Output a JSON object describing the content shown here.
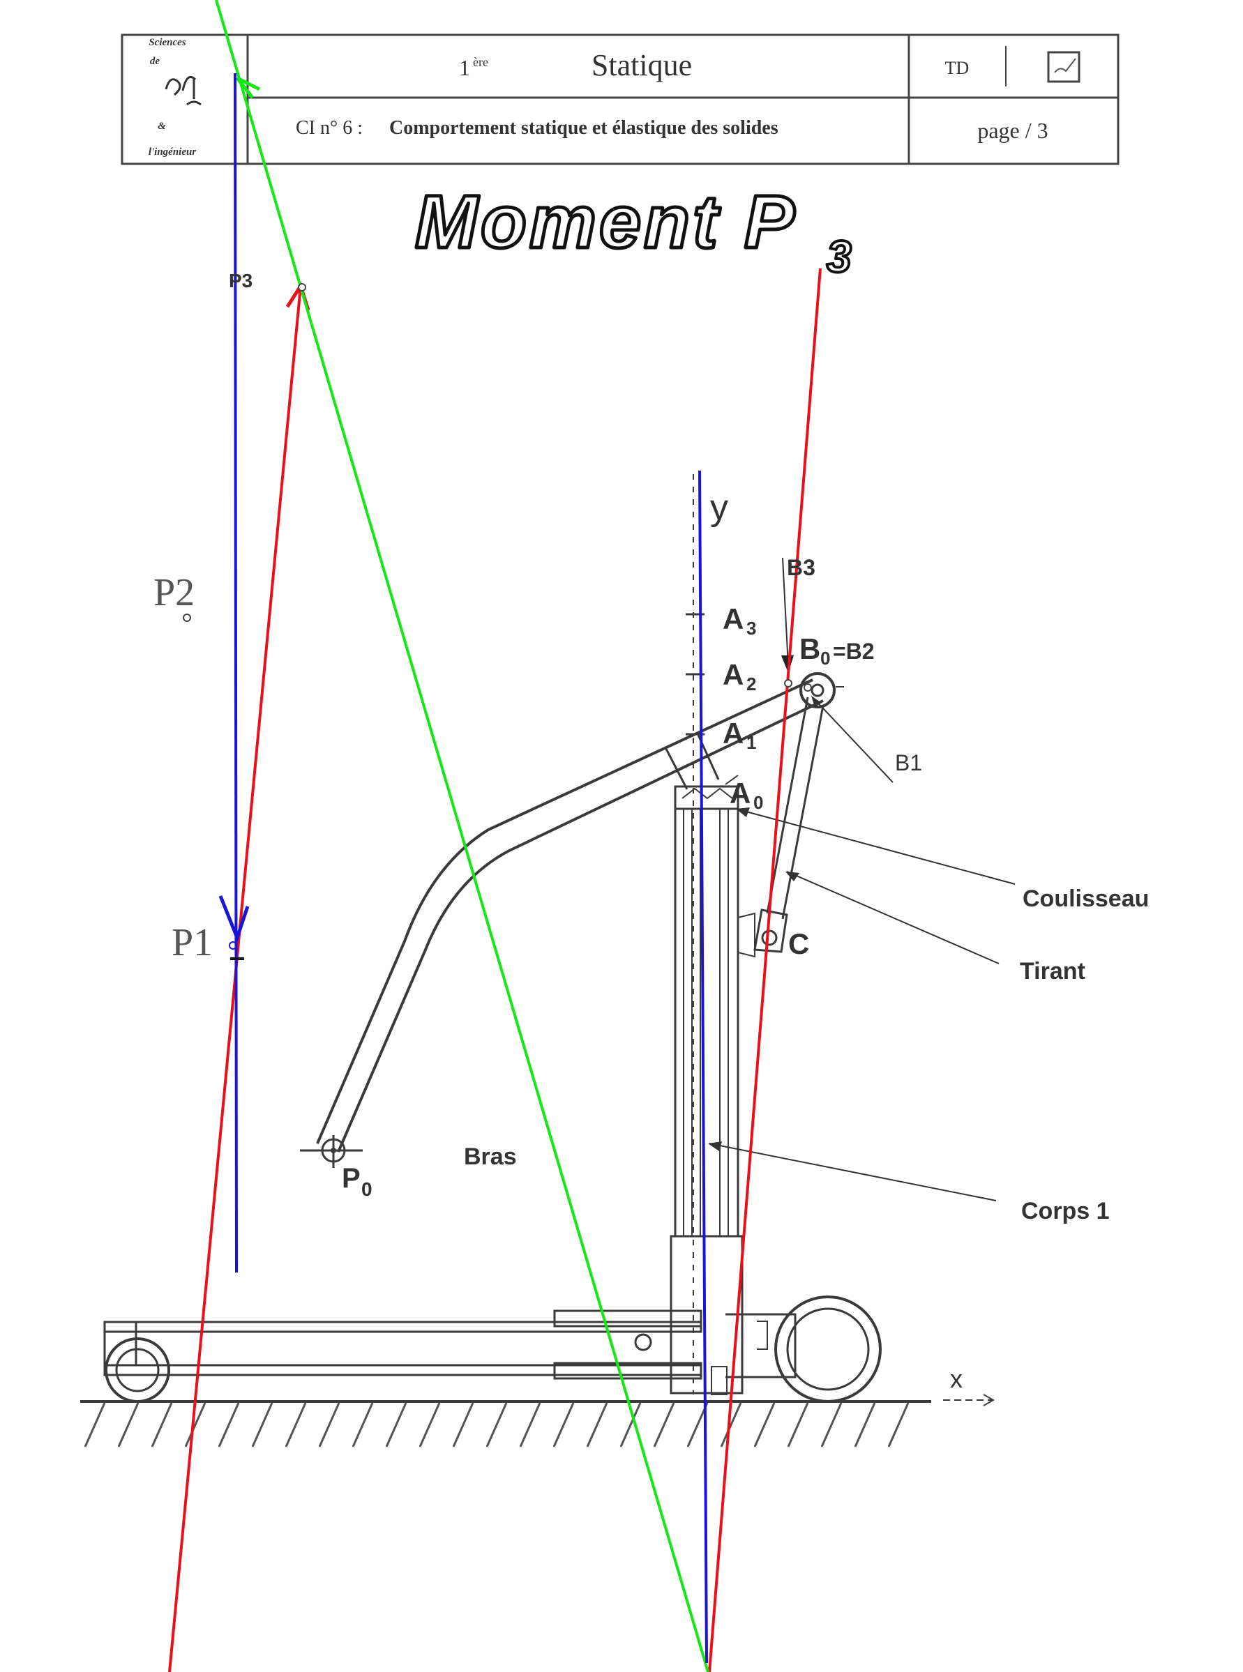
{
  "header": {
    "logo_lines": [
      "Sciences",
      "de",
      "l'ingénieur"
    ],
    "level_number": "1",
    "level_suffix": "ère",
    "subject": "Statique",
    "doc_type": "TD",
    "ci_label": "CI n° 6 :",
    "ci_title": "Comportement statique et élastique des solides",
    "page_label": "page / 3"
  },
  "title": {
    "main": "Moment P",
    "subscript": "3"
  },
  "labels": {
    "p1": "P1",
    "p2": "P2",
    "p3": "P3",
    "p0": "P",
    "p0_sub": "0",
    "b0": "B",
    "b0_sub": "0",
    "b0_eq": "=B2",
    "b1": "B1",
    "b3": "B3",
    "a0": "A",
    "a0_sub": "0",
    "a1": "A",
    "a1_sub": "1",
    "a2": "A",
    "a2_sub": "2",
    "a3": "A",
    "a3_sub": "3",
    "c": "C",
    "y_axis": "y",
    "x_axis": "x",
    "coulisseau": "Coulisseau",
    "tirant": "Tirant",
    "corps": "Corps 1",
    "bras": "Bras"
  },
  "colors": {
    "red": "#e8101a",
    "green": "#19e619",
    "blue": "#1a14d8",
    "ink": "#3a3a3a"
  }
}
